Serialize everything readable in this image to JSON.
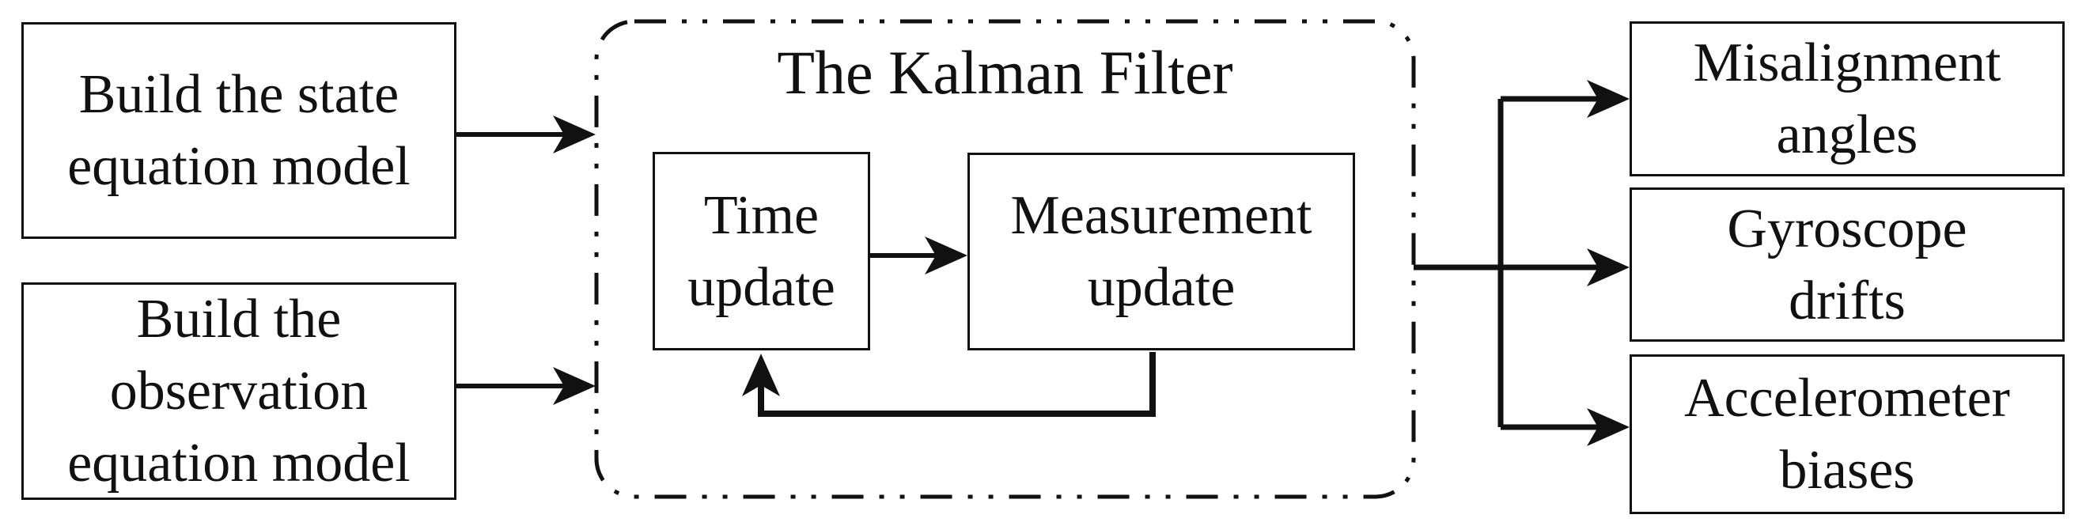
{
  "diagram": {
    "inputs": [
      {
        "id": "state-model",
        "label": "Build the state\nequation model"
      },
      {
        "id": "observation-model",
        "label": "Build the\nobservation\nequation model"
      }
    ],
    "kalman": {
      "title": "The Kalman Filter",
      "steps": [
        {
          "id": "time-update",
          "label": "Time\nupdate"
        },
        {
          "id": "measurement-update",
          "label": "Measurement\nupdate"
        }
      ]
    },
    "outputs": [
      {
        "id": "misalignment-angles",
        "label": "Misalignment\nangles"
      },
      {
        "id": "gyroscope-drifts",
        "label": "Gyroscope\ndrifts"
      },
      {
        "id": "accelerometer-biases",
        "label": "Accelerometer\nbiases"
      }
    ],
    "edges": [
      {
        "from": "state-model",
        "to": "kalman-filter"
      },
      {
        "from": "observation-model",
        "to": "kalman-filter"
      },
      {
        "from": "time-update",
        "to": "measurement-update"
      },
      {
        "from": "measurement-update",
        "to": "time-update",
        "kind": "feedback"
      },
      {
        "from": "kalman-filter",
        "to": "misalignment-angles"
      },
      {
        "from": "kalman-filter",
        "to": "gyroscope-drifts"
      },
      {
        "from": "kalman-filter",
        "to": "accelerometer-biases"
      }
    ],
    "colors": {
      "ink": "#111111",
      "background": "#ffffff"
    }
  }
}
